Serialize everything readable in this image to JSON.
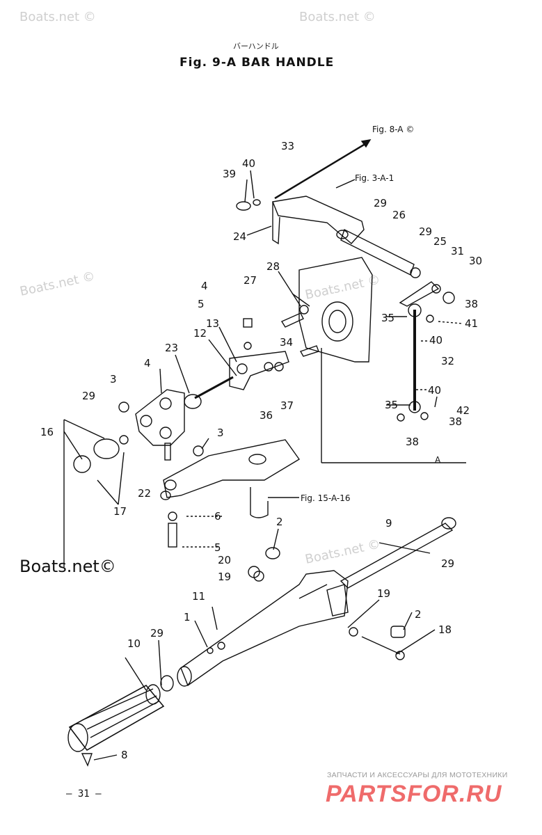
{
  "header": {
    "japanese_title": "バーハンドル",
    "title": "Fig. 9-A   BAR HANDLE"
  },
  "references": {
    "fig_8a": "Fig. 8-A ©",
    "fig_3a1": "Fig. 3-A-1",
    "fig_15a16": "Fig. 15-A-16",
    "arrow_a": "A"
  },
  "part_labels": [
    "33",
    "40",
    "39",
    "24",
    "29",
    "26",
    "29",
    "25",
    "31",
    "30",
    "28",
    "27",
    "4",
    "5",
    "13",
    "12",
    "23",
    "4",
    "3",
    "29",
    "16",
    "22",
    "3",
    "17",
    "34",
    "36",
    "37",
    "38",
    "35",
    "41",
    "40",
    "32",
    "40",
    "35",
    "42",
    "38",
    "38",
    "6",
    "5",
    "2",
    "9",
    "29",
    "20",
    "19",
    "11",
    "19",
    "1",
    "2",
    "18",
    "10",
    "29",
    "8"
  ],
  "watermarks": {
    "small": "Boats.net ©",
    "big": "Boats.net©"
  },
  "footer": {
    "page_number": "– 31 –",
    "shop_text": "ЗАПЧАСТИ И АКСЕССУАРЫ ДЛЯ МОТОТЕХНИКИ",
    "brand": "PARTSFOR.RU"
  }
}
